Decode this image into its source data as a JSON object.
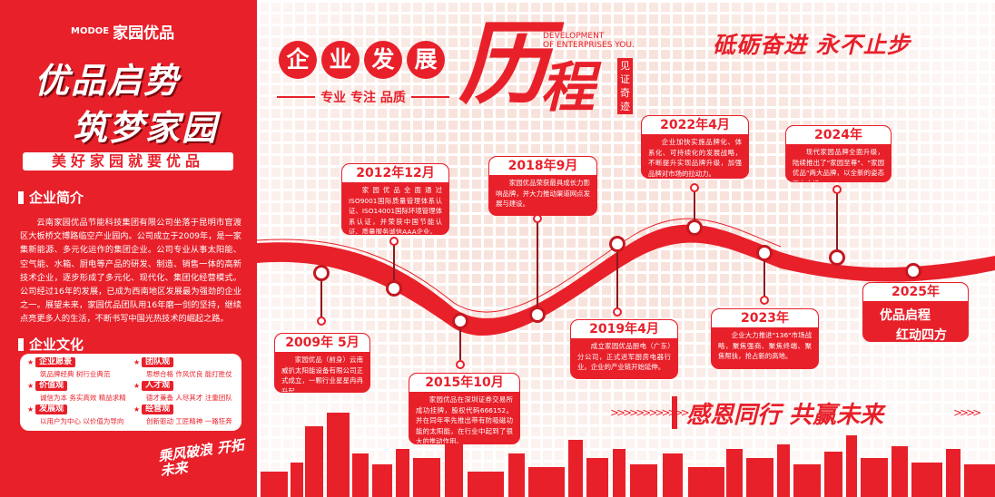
{
  "brand": {
    "logo_text": "MODOE",
    "name": "家园优品"
  },
  "left": {
    "slogan_line1": "优品启势",
    "slogan_line2": "筑梦家园",
    "tagline": "美好家园就要优品",
    "intro_title": "企业简介",
    "intro_text": "云南家园优品节能科技集团有限公司坐落于昆明市官渡区大板桥文博路临空产业园内。公司成立于2009年，是一家集新能源、多元化运作的集团企业。公司专业从事太阳能、空气能、水箱、厨电等产品的研发、制造、销售一体的高新技术企业，逐步形成了多元化、现代化、集团化经营模式。公司经过16年的发展，已成为西南地区发展最为强劲的企业之一。展望未来，家园优品团队用16年磨一剑的坚持，继续点亮更多人的生活，不断书写中国光热技术的崛起之路。",
    "culture_title": "企业文化",
    "culture": [
      {
        "label": "企业愿景",
        "text": "筑品牌经典  树行业典范"
      },
      {
        "label": "团队观",
        "text": "思想合格  作风优良  能打胜仗"
      },
      {
        "label": "价值观",
        "text": "诚信为本  务实高效  精益求精"
      },
      {
        "label": "人才观",
        "text": "德才兼备  人尽其才  注重团队"
      },
      {
        "label": "发展观",
        "text": "以用户为中心  以价值为导向"
      },
      {
        "label": "经营观",
        "text": "创新驱动  工匠精神  一路狂奔"
      }
    ],
    "signature": "乘风破浪 开拓未来"
  },
  "header": {
    "title_chars": [
      "企",
      "业",
      "发",
      "展"
    ],
    "big_title": [
      "历",
      "程"
    ],
    "subtitle": "专业 专注 品质",
    "english_line1": "DEVELOPMENT",
    "english_line2": "OF ENTERPRISES YOU.",
    "vertical_tag": "见证奇迹",
    "motto": "砥砺奋进  永不止步"
  },
  "timeline": [
    {
      "date": "2009年 5月",
      "text": "家园优品（前身）云南威扒太阳能设备有限公司正式成立，一颗行业星星冉冉升起。"
    },
    {
      "date": "2012年12月",
      "text": "家园优品全面通过ISO9001国际质量管理体系认证、ISO14001国际环境管理体系认证，并荣获中国节能认证、质量服务诚信AAA企业。"
    },
    {
      "date": "2015年10月",
      "text": "家园优品在深圳证券交易所成功挂牌，股权代码666152。并在同年率先推出带有防吸磁功能的太阳能，在行业中起到了很大的推动作用。"
    },
    {
      "date": "2018年9月",
      "text": "家园优品荣获最具成长力影响品牌，并大力推动渠道网点发展与建设。"
    },
    {
      "date": "2019年4月",
      "text": "成立家园优品厨电（广东）分公司，正式进军厨房电器行业。企业的产业链开始延伸。"
    },
    {
      "date": "2022年4月",
      "text": "企业加快实施品牌化、体系化、可持续化的发展战略，不断提升实现品牌升级，加强品牌对市场的拉动力。"
    },
    {
      "date": "2023年",
      "text": "企业大力推进\"136\"市场战略，聚焦强商、聚焦终端、聚焦帮扶，抢占新的高地。"
    },
    {
      "date": "2024年",
      "text": "现代家园品牌全面升级，陆续推出了\"家园至尊\"、\"家园优品\"两大品牌，以全新的姿态面向市场。"
    },
    {
      "date": "2025年",
      "line1": "优品启程",
      "line2": "红动四方"
    }
  ],
  "footer": {
    "motto": "感恩同行  共赢未来"
  },
  "colors": {
    "brand_red": "#e8202a",
    "dark_red": "#8a1a1e"
  }
}
